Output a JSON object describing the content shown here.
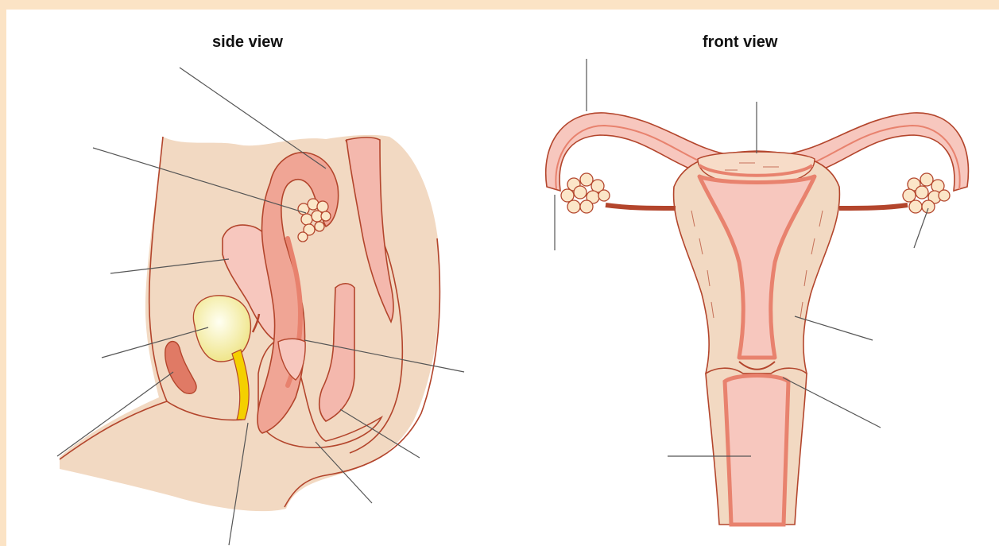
{
  "panels": [
    {
      "id": "side",
      "title": "side view"
    },
    {
      "id": "front",
      "title": "front view"
    }
  ],
  "colors": {
    "background_border": "#fbe3c5",
    "skin": "#f2d9c2",
    "tissue_light": "#f7c7be",
    "tissue_pink": "#f0a595",
    "tissue_dark": "#e8826e",
    "outline": "#b3452c",
    "bladder": "#f8f2a8",
    "urethra": "#f4d000",
    "leader_line": "#555555"
  }
}
